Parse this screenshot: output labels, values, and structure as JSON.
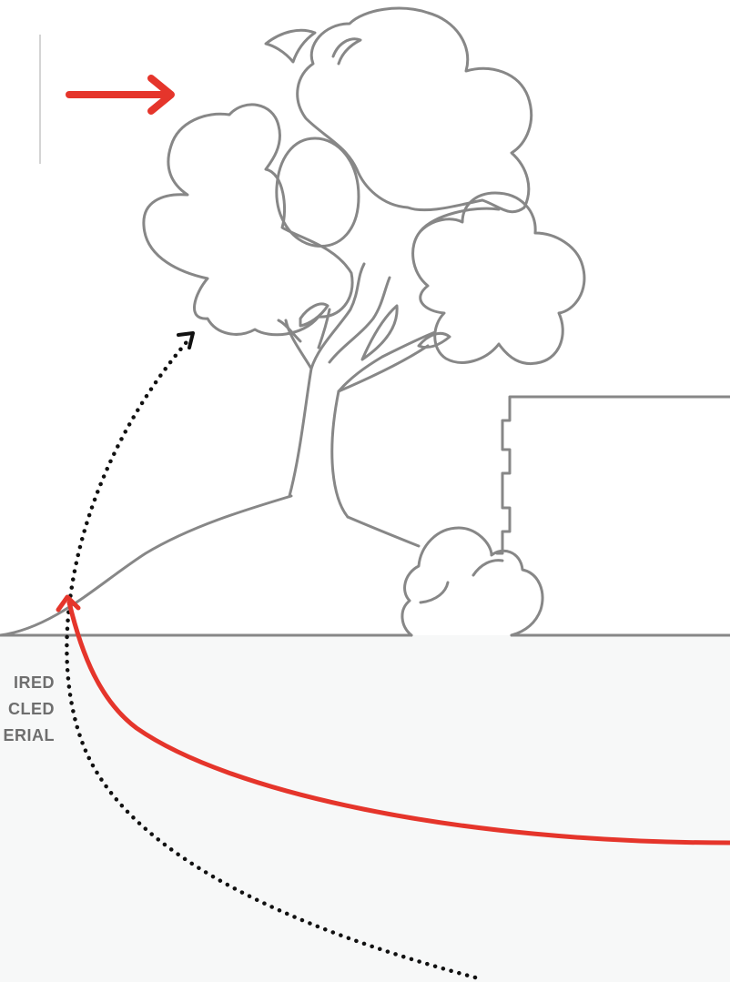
{
  "caption": {
    "lines": [
      "IRED",
      "CLED",
      "ERIAL"
    ]
  },
  "colors": {
    "outline": "#878787",
    "accent_red": "#e5352b",
    "dotted": "#111111",
    "ground_fill": "#f7f8f8",
    "caption_text": "#6e6e6e"
  },
  "icons": {
    "pointer_arrow": "right-arrow-icon",
    "dotted_arrow_head": "arrow-head-icon",
    "red_arrow_head": "arrow-head-icon"
  }
}
